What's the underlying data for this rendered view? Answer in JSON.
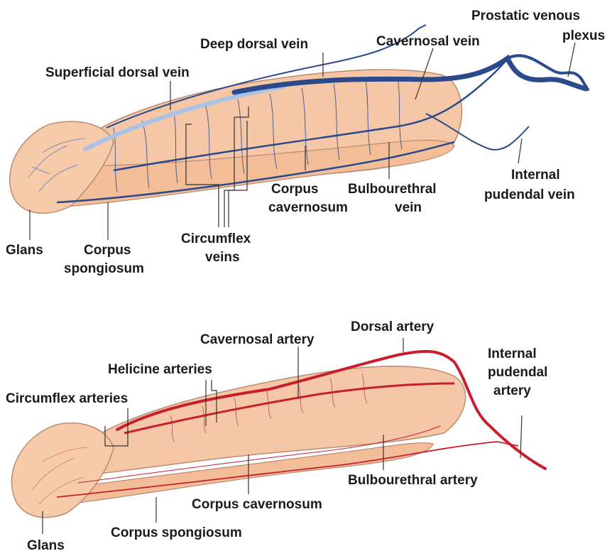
{
  "veins_panel": {
    "labels": {
      "prostatic_venous_plexus": [
        "Prostatic venous",
        "plexus"
      ],
      "deep_dorsal_vein": "Deep dorsal vein",
      "cavernosal_vein": "Cavernosal vein",
      "superficial_dorsal_vein": "Superficial dorsal vein",
      "corpus_cavernosum": [
        "Corpus",
        "cavernosum"
      ],
      "bulbourethral_vein": [
        "Bulbourethral",
        "vein"
      ],
      "internal_pudendal_vein": [
        "Internal",
        "pudendal vein"
      ],
      "glans": "Glans",
      "corpus_spongiosum": [
        "Corpus",
        "spongiosum"
      ],
      "circumflex_veins": [
        "Circumflex",
        "veins"
      ]
    }
  },
  "arteries_panel": {
    "labels": {
      "dorsal_artery": "Dorsal artery",
      "cavernosal_artery": "Cavernosal artery",
      "internal_pudendal_artery": [
        "Internal",
        "pudendal",
        "artery"
      ],
      "helicine_arteries": "Helicine arteries",
      "circumflex_arteries": "Circumflex arteries",
      "bulbourethral_artery": "Bulbourethral artery",
      "corpus_cavernosum": "Corpus cavernosum",
      "corpus_spongiosum": "Corpus spongiosum",
      "glans": "Glans"
    }
  },
  "colors": {
    "tissue_fill": "#f6c7a6",
    "tissue_edge": "#b98b70",
    "vein_dark": "#2b4a8c",
    "vein_light": "#a9c3e6",
    "artery": "#c81f2e",
    "leader": "#333333"
  }
}
